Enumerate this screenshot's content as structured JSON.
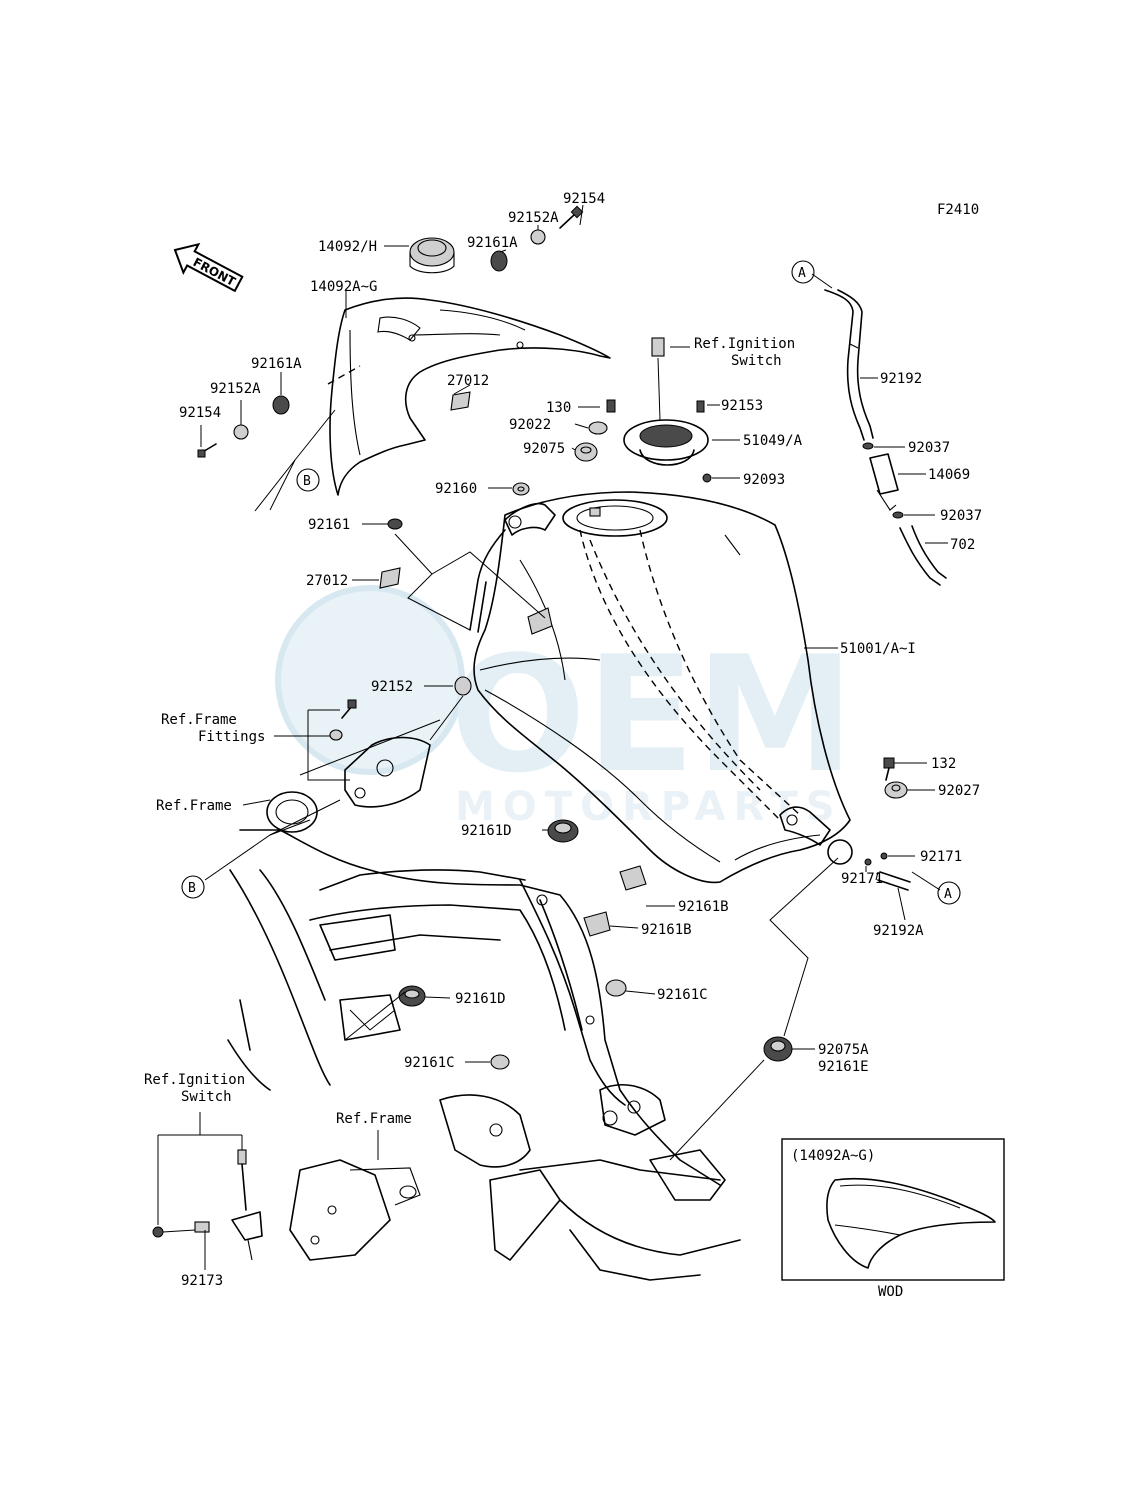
{
  "diagram_code": "F2410",
  "front_arrow_label": "FRONT",
  "watermark": {
    "brand": "OEM",
    "tagline": "MOTORPARTS",
    "color": "#cfe3ee"
  },
  "ref_labels": {
    "ignition_switch_top_line1": "Ref.Ignition",
    "ignition_switch_top_line2": "Switch",
    "frame_fittings_line1": "Ref.Frame",
    "frame_fittings_line2": "Fittings",
    "frame_left": "Ref.Frame",
    "ignition_switch_bottom_line1": "Ref.Ignition",
    "ignition_switch_bottom_line2": "Switch",
    "frame_bottom": "Ref.Frame"
  },
  "callouts": {
    "A_top": "A",
    "A_right": "A",
    "B_upper": "B",
    "B_lower": "B"
  },
  "part_numbers": {
    "p92154_top": "92154",
    "p92152A_top": "92152A",
    "p92161A_top": "92161A",
    "p14092H": "14092/H",
    "p14092AG": "14092A~G",
    "p92161A_left": "92161A",
    "p92152A_left": "92152A",
    "p92154_left": "92154",
    "p27012_upper": "27012",
    "p130": "130",
    "p92022": "92022",
    "p92075": "92075",
    "p92160": "92160",
    "p92153": "92153",
    "p51049A": "51049/A",
    "p92093": "92093",
    "p92192": "92192",
    "p92037_upper": "92037",
    "p14069": "14069",
    "p92037_lower": "92037",
    "p702": "702",
    "p92161": "92161",
    "p27012_lower": "27012",
    "p51001": "51001/A~I",
    "p92152": "92152",
    "p132": "132",
    "p92027": "92027",
    "p92171_right": "92171",
    "p92171_low": "92171",
    "p92192A": "92192A",
    "p92161D_upper": "92161D",
    "p92161B_1": "92161B",
    "p92161B_2": "92161B",
    "p92161D_lower": "92161D",
    "p92161C_right": "92161C",
    "p92161C_left": "92161C",
    "p92075A": "92075A",
    "p92161E": "92161E",
    "p92173": "92173"
  },
  "inset": {
    "title": "(14092A~G)",
    "caption": "WOD"
  }
}
